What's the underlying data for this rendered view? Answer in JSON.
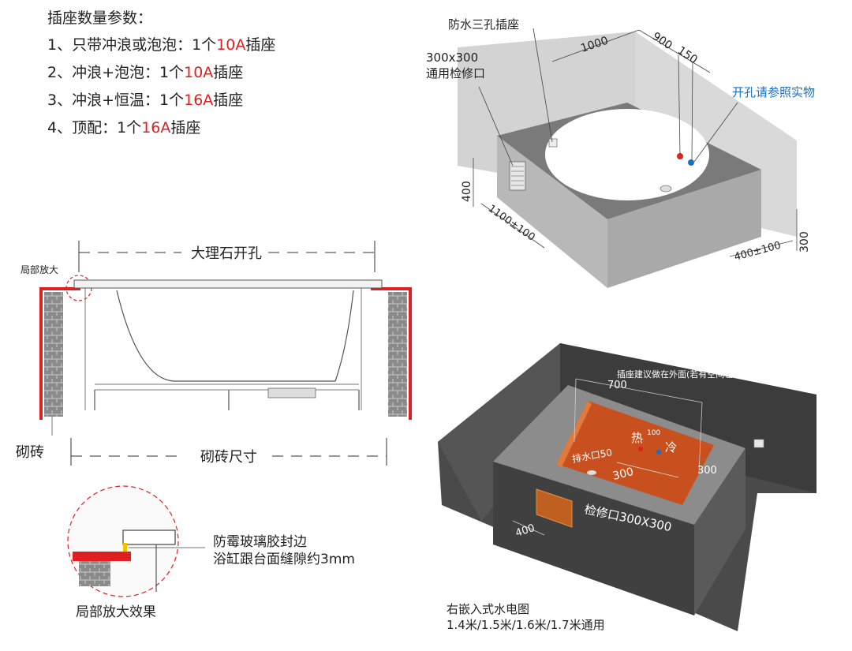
{
  "socket_params": {
    "title": "插座数量参数：",
    "items": [
      {
        "prefix": "1、只带冲浪或泡泡：1个",
        "highlight": "10A",
        "suffix": "插座"
      },
      {
        "prefix": "2、冲浪+泡泡：1个",
        "highlight": "10A",
        "suffix": "插座"
      },
      {
        "prefix": "3、冲浪+恒温：1个",
        "highlight": "16A",
        "suffix": "插座"
      },
      {
        "prefix": "4、顶配：1个",
        "highlight": "16A",
        "suffix": "插座"
      }
    ]
  },
  "corner_tub": {
    "waterproof_socket": "防水三孔插座",
    "access_port_line1": "300x300",
    "access_port_line2": "通用检修口",
    "dim_1000": "1000",
    "dim_900": "900",
    "dim_150": "150",
    "hole_note": "开孔请参照实物",
    "dim_400": "400",
    "dim_1100": "1100±100",
    "dim_400b": "400±100",
    "dim_300": "300"
  },
  "section": {
    "marble_opening": "大理石开孔",
    "zoom_label": "局部放大",
    "brick_label": "砌砖",
    "brick_size": "砌砖尺寸"
  },
  "detail": {
    "seal_line1": "防霉玻璃胶封边",
    "seal_line2": "浴缸跟台面缝隙约3mm",
    "caption": "局部放大效果"
  },
  "embedded_tub": {
    "socket_note": "插座建议做在外面(若有空间也可以坐在里面)",
    "dim_700": "700",
    "dim_100": "100",
    "hot": "热",
    "cold": "冷",
    "drain": "排水口50",
    "dim_300a": "300",
    "dim_300b": "300",
    "access": "检修口300X300",
    "dim_400": "400",
    "caption_line1": "右嵌入式水电图",
    "caption_line2": "1.4米/1.5米/1.6米/1.7米通用"
  },
  "colors": {
    "accent_red": "#e02020",
    "accent_blue": "#1a6fc4",
    "dark_wall": "#4a4a4a",
    "orange": "#c8501e"
  }
}
